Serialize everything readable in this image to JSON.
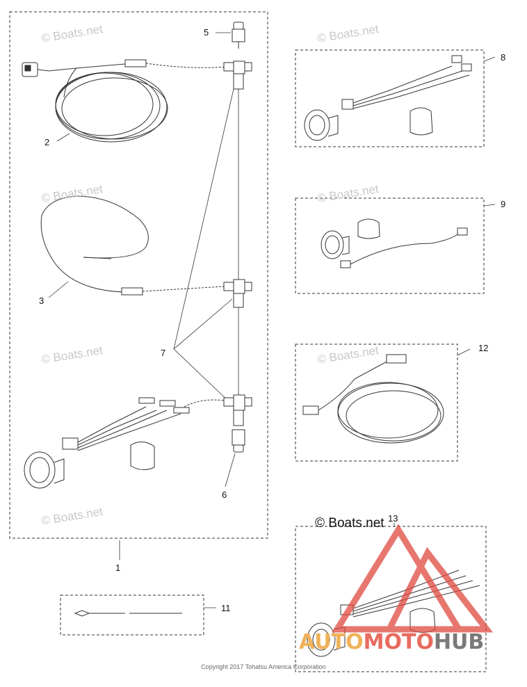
{
  "callouts": {
    "c1": "1",
    "c2": "2",
    "c3": "3",
    "c5": "5",
    "c6": "6",
    "c7": "7",
    "c8": "8",
    "c9": "9",
    "c11": "11",
    "c12": "12",
    "c13": "13"
  },
  "watermark": {
    "text": "© Boats.net",
    "prominent": "© Boats.net"
  },
  "copyright": "Copyright 2017 Tohatsu America Corporation",
  "brand": {
    "part1": "AUTO",
    "part2": "MOTO",
    "part3": "HUB"
  },
  "colors": {
    "line": "#333333",
    "logo_red": "#e0493f",
    "logo_orange": "#f0b25a",
    "logo_gray": "#7a7a7a"
  }
}
